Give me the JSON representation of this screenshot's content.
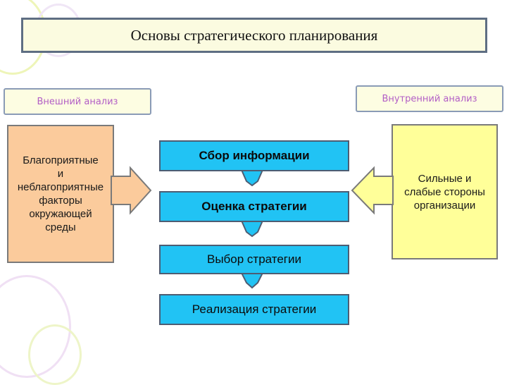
{
  "title": "Основы стратегического планирования",
  "external_label": "Внешний анализ",
  "internal_label": "Внутренний анализ",
  "left_box_text": "Благоприятные\nи\nнеблагоприятные\nфакторы\nокружающей\nсреды",
  "right_box_text": "Сильные и\nслабые стороны\nорганизации",
  "steps": [
    "Сбор информации",
    "Оценка стратегии",
    "Выбор стратегии",
    "Реализация стратегии"
  ],
  "colors": {
    "title_bg": "#fbfbe0",
    "step_bg": "#21c3f4",
    "left_box_bg": "#fbcb9c",
    "right_box_bg": "#ffff99",
    "label_text": "#b25ec6"
  }
}
